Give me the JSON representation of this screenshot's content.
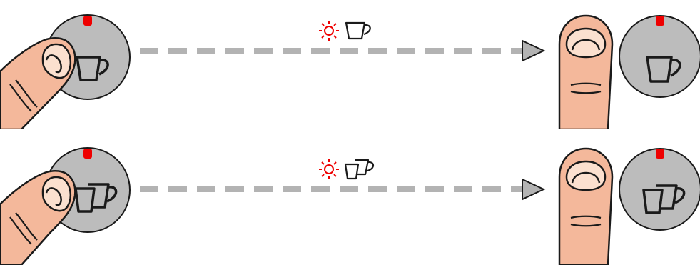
{
  "colors": {
    "button_fill": "#bcbcbc",
    "indicator_light": "#ee0000",
    "skin": "#f4b89b",
    "nail": "#fbe0cf",
    "outline": "#1a1a1a",
    "arrow": "#b3b3b3",
    "light_symbol": "#ee0000"
  },
  "rows": [
    {
      "id": "single-cup",
      "start": {
        "action": "press",
        "button_icon": "single-cup-icon",
        "indicator": "on"
      },
      "transition": {
        "status_icons": [
          "light-sun-icon",
          "single-cup-icon"
        ]
      },
      "end": {
        "action": "release",
        "button_icon": "single-cup-icon",
        "indicator": "on"
      }
    },
    {
      "id": "double-cup",
      "start": {
        "action": "press",
        "button_icon": "double-cup-icon",
        "indicator": "on"
      },
      "transition": {
        "status_icons": [
          "light-sun-icon",
          "double-cup-icon"
        ]
      },
      "end": {
        "action": "release",
        "button_icon": "double-cup-icon",
        "indicator": "on"
      }
    }
  ]
}
